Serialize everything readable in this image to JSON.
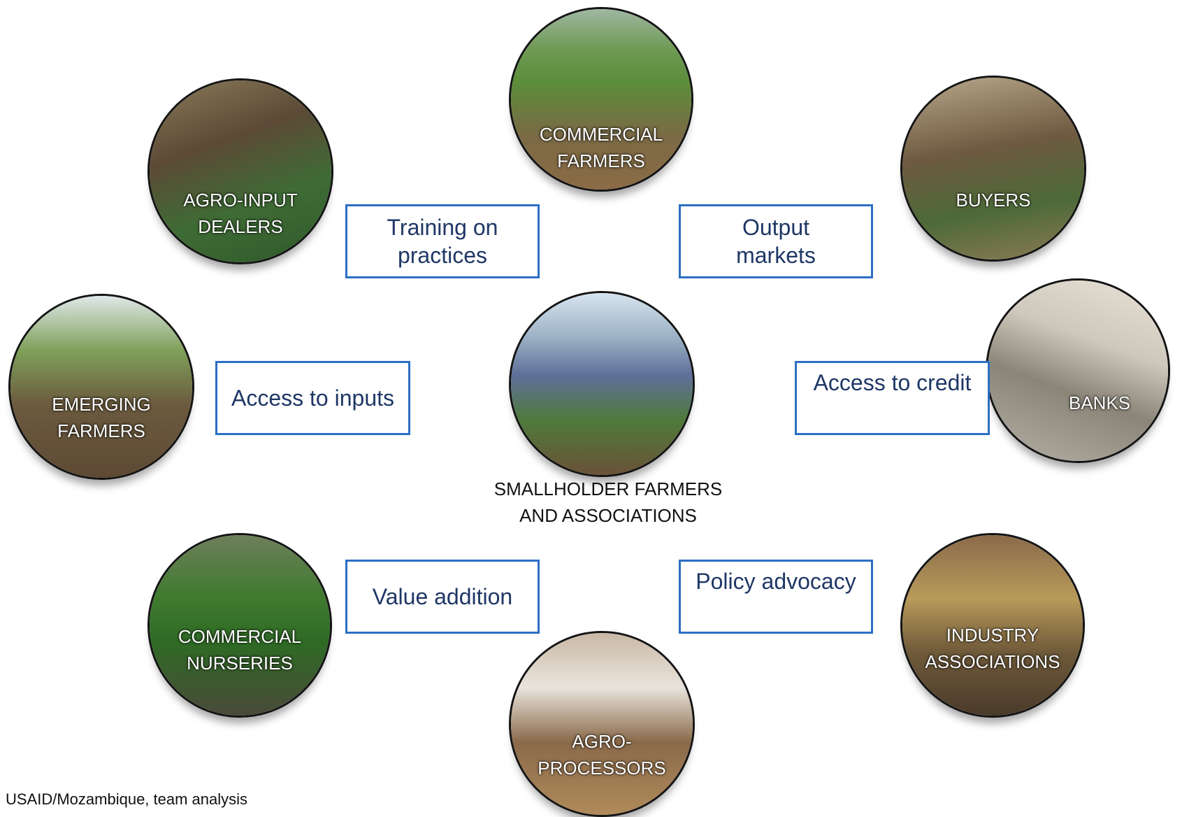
{
  "nodes": {
    "commercial_farmers": "COMMERCIAL\nFARMERS",
    "agro_input_dealers": "AGRO-INPUT\nDEALERS",
    "buyers": "BUYERS",
    "emerging_farmers": "EMERGING\nFARMERS",
    "banks": "BANKS",
    "commercial_nurseries": "COMMERCIAL\nNURSERIES",
    "industry_associations": "INDUSTRY\nASSOCIATIONS",
    "agro_processors": "AGRO-\nPROCESSORS",
    "smallholder": "SMALLHOLDER FARMERS\nAND ASSOCIATIONS"
  },
  "services": {
    "training": "Training on\npractices",
    "output_markets": "Output\nmarkets",
    "inputs": "Access to inputs",
    "credit": "Access to credit",
    "value_addition": "Value addition",
    "policy": "Policy advocacy"
  },
  "source": "USAID/Mozambique, team analysis"
}
